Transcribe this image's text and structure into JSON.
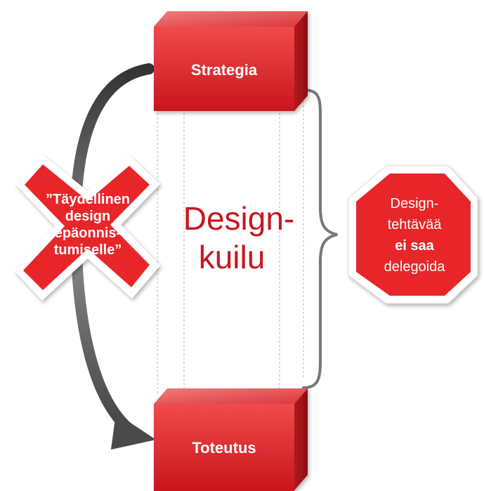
{
  "colors": {
    "accent_red": "#e8252a",
    "dark_red": "#b3161b",
    "gap_text_red": "#c8161d",
    "arrow_gray": "#555555",
    "brace_gray": "#777777"
  },
  "top_box": {
    "label": "Strategia"
  },
  "bottom_box": {
    "label": "Toteutus"
  },
  "gap": {
    "line1": "Design-",
    "line2": "kuilu"
  },
  "x_mark": {
    "line1": "”Täydellinen",
    "line2": "design",
    "line3": "epäonnis-",
    "line4": "tumiselle”"
  },
  "stop_sign": {
    "line1": "Design-",
    "line2": "tehtävää",
    "line3": "ei saa",
    "line4": "delegoida"
  },
  "icons": {
    "curved_arrow": "curved-arrow-icon",
    "x_mark": "x-mark-icon",
    "stop_sign": "stop-sign-icon",
    "brace": "curly-brace-icon"
  }
}
